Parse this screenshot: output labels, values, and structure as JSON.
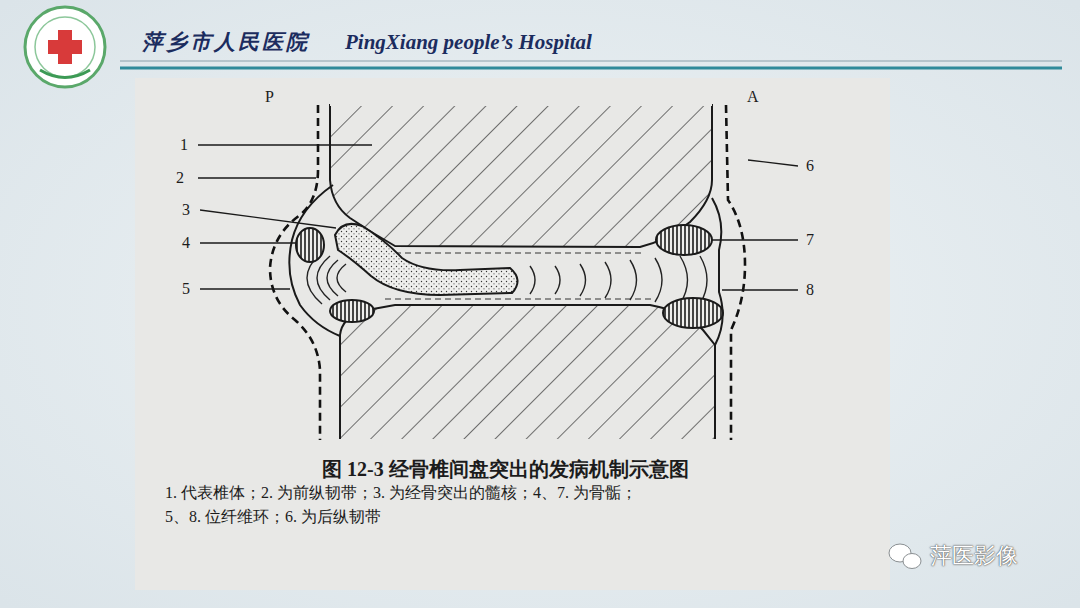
{
  "diagram": {
    "caption": "图 12-3 经骨椎间盘突出的发病机制示意图",
    "labels": [
      "萍乡市人民医院",
      "PingXiang people’s Hospital",
      "P",
      "A",
      "1",
      "2",
      "3",
      "4",
      "5",
      "6",
      "7",
      "8",
      "1. 代表椎体；2. 为前纵韧带；3. 为经骨突出的髓核；4、7. 为骨骺；",
      "5、8. 位纤维环；6. 为后纵韧带",
      "萍医影像"
    ]
  }
}
